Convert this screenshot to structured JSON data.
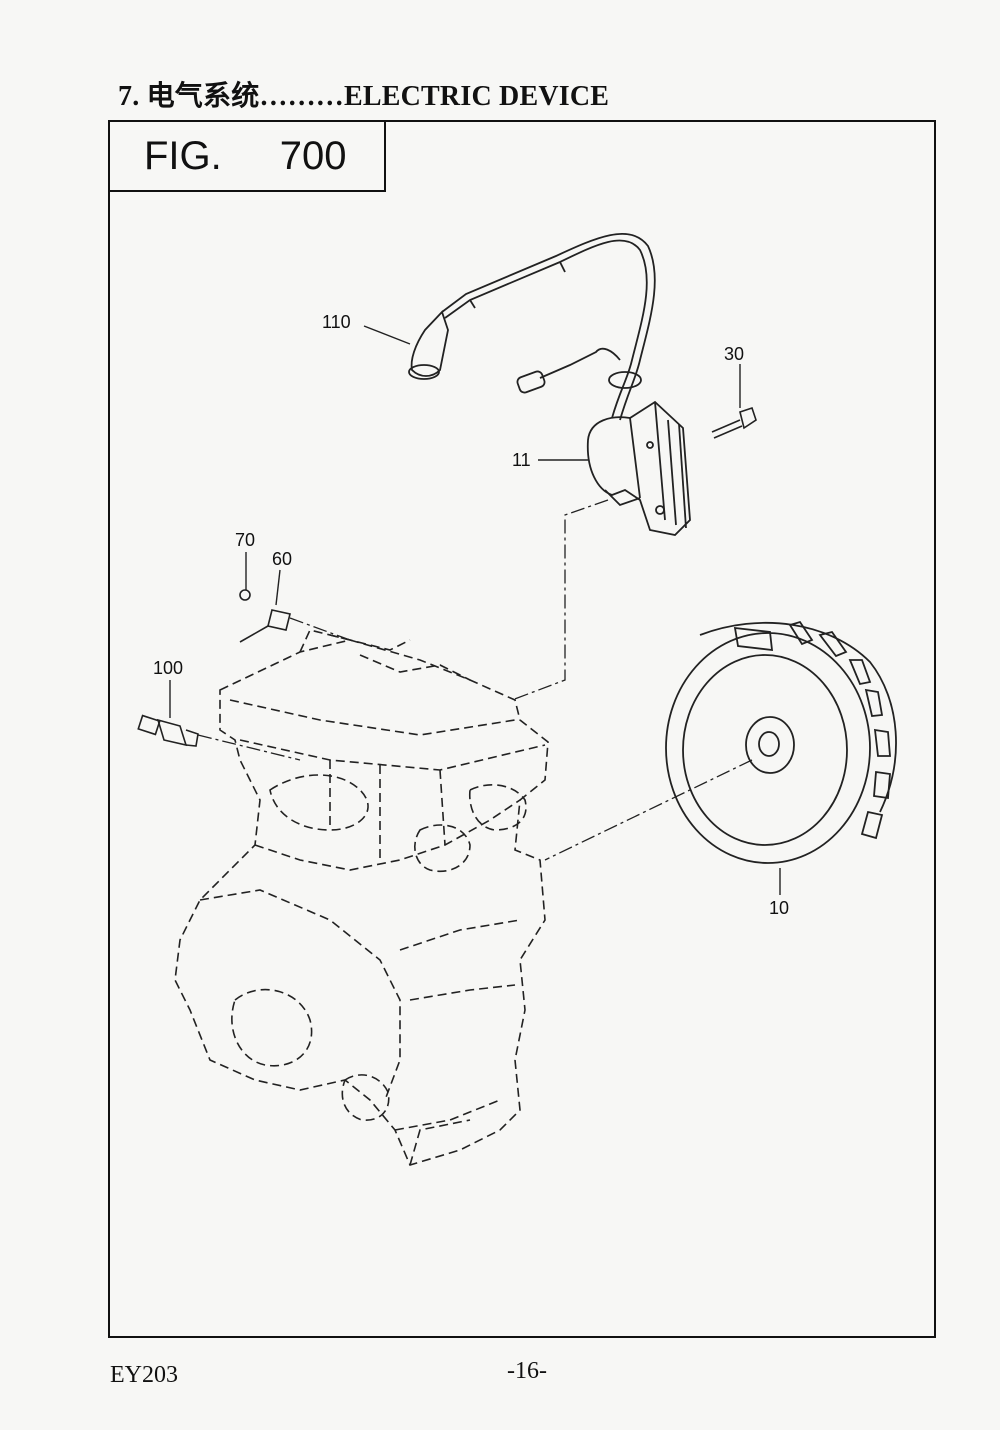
{
  "section_heading": "7. 电气系统………ELECTRIC DEVICE",
  "figure": {
    "prefix": "FIG.",
    "number": "700"
  },
  "callouts": {
    "c110": "110",
    "c30": "30",
    "c11": "11",
    "c70": "70",
    "c60": "60",
    "c100": "100",
    "c10": "10"
  },
  "footer": {
    "model": "EY203",
    "page": "-16-"
  }
}
